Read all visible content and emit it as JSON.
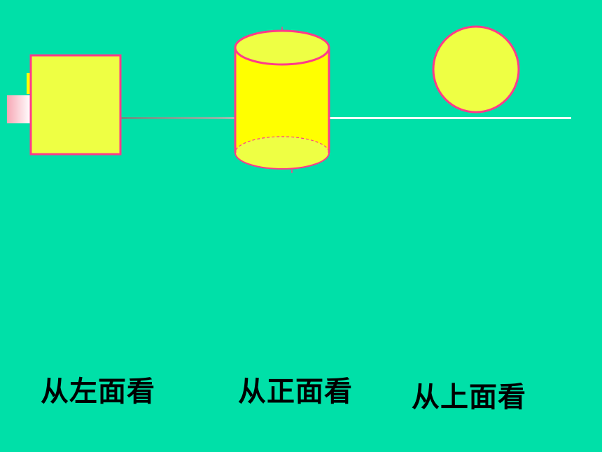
{
  "colors": {
    "background": "#00E0A8",
    "shape_fill": "#EEFF44",
    "cylinder_body_fill": "#FFFF00",
    "outline": "#FF3B8A",
    "line_light": "#FFFFFF",
    "line_dark": "#4A7F6A"
  },
  "captions": {
    "left_view": "从左面看",
    "front_view": "从正面看",
    "top_view": "从上面看"
  }
}
